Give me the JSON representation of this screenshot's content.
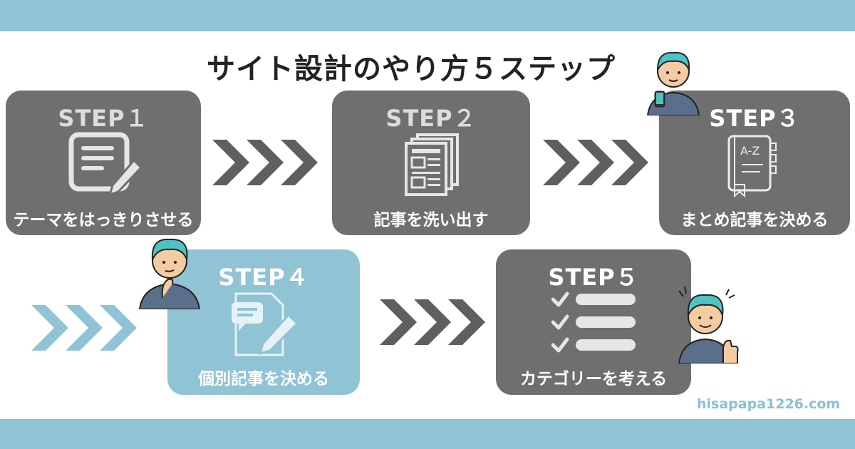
{
  "title": "サイト設計のやり方５ステップ",
  "steps": [
    {
      "step": "STEP１",
      "label": "テーマをはっきりさせる",
      "icon": "memo-pencil-icon"
    },
    {
      "step": "STEP２",
      "label": "記事を洗い出す",
      "icon": "newspaper-stack-icon"
    },
    {
      "step": "STEP３",
      "label": "まとめ記事を決める",
      "icon": "a-z-notebook-icon"
    },
    {
      "step": "STEP４",
      "label": "個別記事を決める",
      "icon": "document-pencil-icon"
    },
    {
      "step": "STEP５",
      "label": "カテゴリーを考える",
      "icon": "checklist-icon"
    }
  ],
  "icons": {
    "step3_book_text": "A-Z"
  },
  "website": "hisapapa1226.com",
  "colors": {
    "band": "#90c3d4",
    "card_dark": "#6f6f6f",
    "card_light": "#90c3d4",
    "arrow_dark": "#5f5f5f",
    "arrow_light": "#90c3d4",
    "title": "#222222"
  }
}
